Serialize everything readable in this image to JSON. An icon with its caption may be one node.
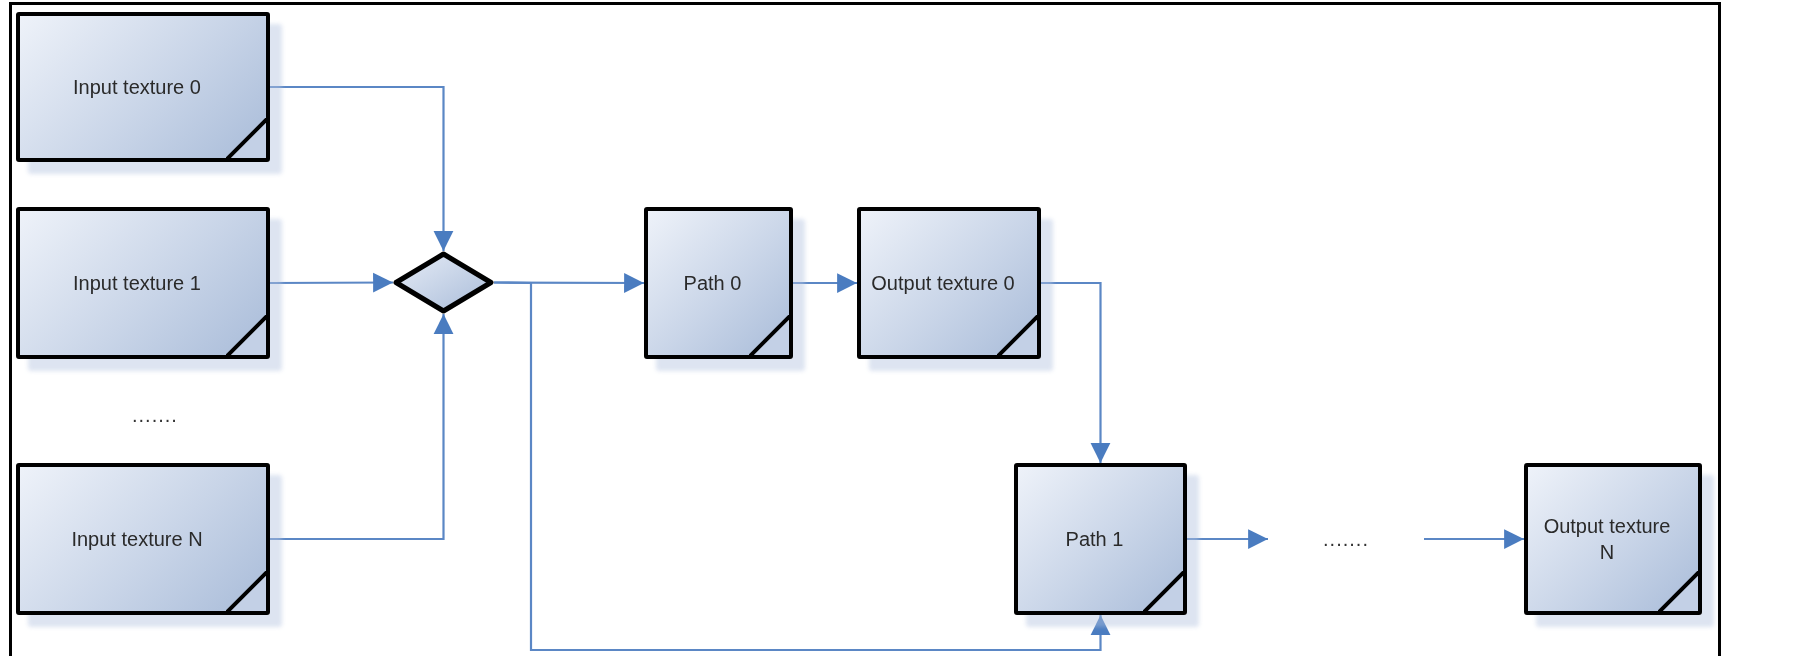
{
  "diagram": {
    "nodes": [
      {
        "text": [
          "Input texture 0"
        ]
      },
      {
        "text": [
          "Input texture 1"
        ]
      },
      {
        "text": [
          "Input texture N"
        ]
      },
      {
        "text": [],
        "shape": "diamond"
      },
      {
        "text": [
          "Path 0"
        ]
      },
      {
        "text": [
          "Output texture 0"
        ]
      },
      {
        "text": [
          "Path 1"
        ]
      },
      {
        "text": [
          "......."
        ]
      },
      {
        "text": [
          "Output texture N"
        ]
      }
    ],
    "edges": [
      {
        "from": 0,
        "to": 3,
        "arrow": "to"
      },
      {
        "from": 1,
        "to": 3,
        "arrow": "to"
      },
      {
        "from": 2,
        "to": 3,
        "arrow": "to"
      },
      {
        "from": 3,
        "to": 4,
        "arrow": "to"
      },
      {
        "from": 4,
        "to": 5,
        "arrow": "to"
      },
      {
        "from": 5,
        "to": 6,
        "arrow": "to"
      },
      {
        "from": 3,
        "to": 6,
        "arrow": "to"
      },
      {
        "from": 6,
        "to": 7,
        "arrow": "to"
      },
      {
        "from": 7,
        "to": 8,
        "arrow": "to"
      }
    ],
    "labels": [
      "......."
    ]
  }
}
